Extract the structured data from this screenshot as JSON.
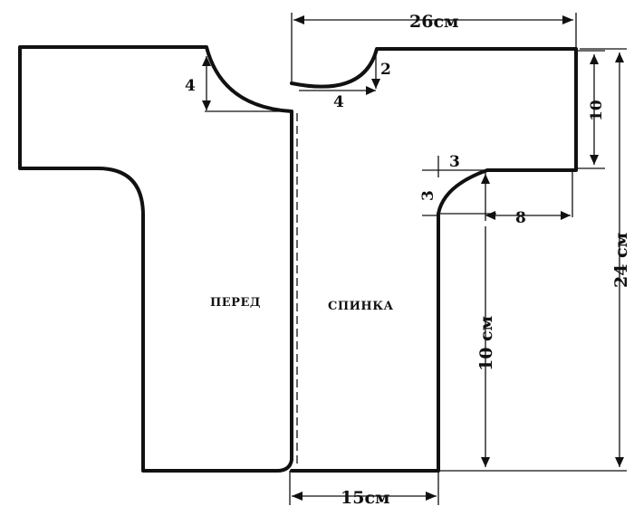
{
  "pattern": {
    "pieces": {
      "front": "ПЕРЕД",
      "back": "СПИНКА"
    },
    "dimensions": {
      "total_width": "26см",
      "neck_depth_front": "4",
      "neck_depth_back": "2",
      "neck_width_back": "4",
      "sleeve_height": "10",
      "total_height": "24 см",
      "underarm_vertical": "3",
      "underarm_horizontal": "3",
      "sleeve_length": "8",
      "side_height": "10 см",
      "bottom_width": "15см"
    }
  }
}
